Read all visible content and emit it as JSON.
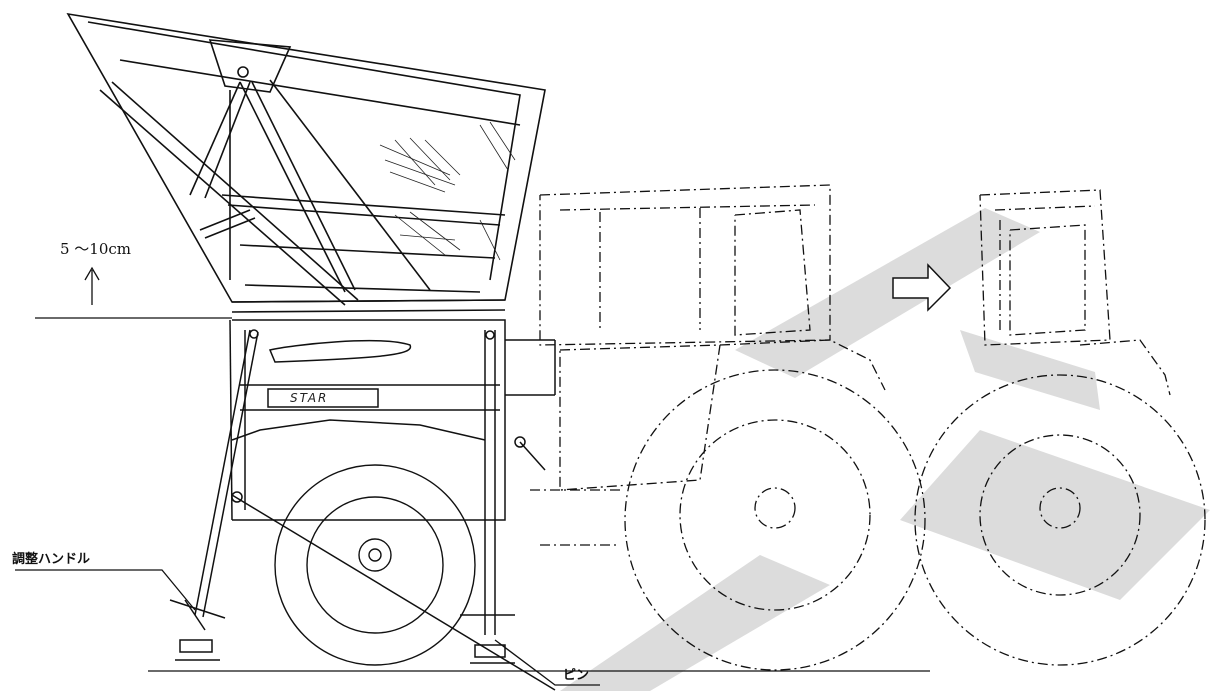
{
  "labels": {
    "lift_range": "5 ～10cm",
    "adjust_handle": "調整ハンドル",
    "pin": "ピン",
    "brand": "STAR"
  },
  "colors": {
    "line": "#111111",
    "watermark": "#dcdcdc"
  },
  "icons": {
    "lift_arrow": "up-arrow-icon",
    "transition_arrow": "right-arrow-icon"
  }
}
